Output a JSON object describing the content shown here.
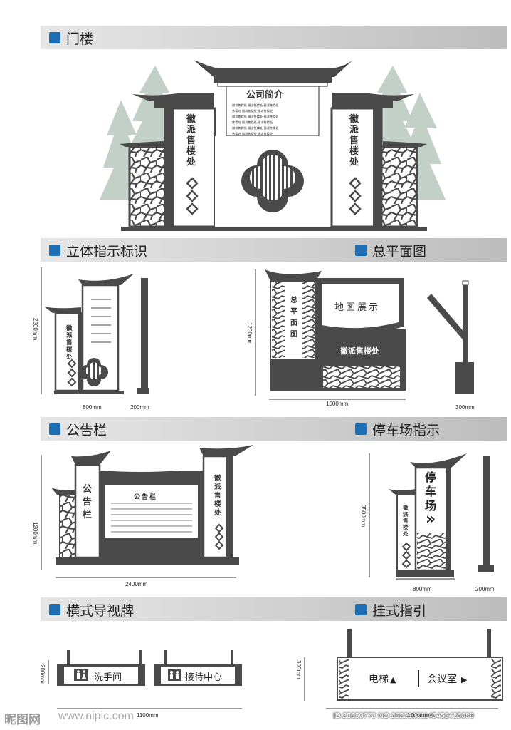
{
  "sections": {
    "gate": {
      "title": "门楼"
    },
    "stereo_sign": {
      "title": "立体指示标识"
    },
    "master_plan": {
      "title": "总平面图"
    },
    "bulletin": {
      "title": "公告栏"
    },
    "parking": {
      "title": "停车场指示"
    },
    "horizontal_guide": {
      "title": "横式导视牌"
    },
    "hanging_guide": {
      "title": "挂式指引"
    }
  },
  "gate": {
    "intro_title": "公司简介",
    "left_panel": "徽派售楼处",
    "right_panel": "徽派售楼处",
    "intro_lines": [
      "徽派售楼处 徽派售楼处 徽派售楼处",
      "售楼处 徽派售楼处 徽派售楼处",
      "徽派售楼处 徽派售楼处 徽派售楼处",
      "售楼处 徽派售楼处 徽派售楼处",
      "徽派售楼处 徽派售楼处 徽派售楼处",
      "售楼处 徽派售楼处 徽派售楼处"
    ]
  },
  "stereo_sign": {
    "panel_text": "徽派售楼处",
    "height_label": "2300mm",
    "width_label": "800mm",
    "pole_width_label": "200mm"
  },
  "master_plan": {
    "side_text": "总平面图",
    "map_text": "地图展示",
    "base_text": "徽派售楼处",
    "height_label": "1200mm",
    "width_label": "1000mm",
    "post_width_label": "300mm"
  },
  "bulletin": {
    "side_text": "公告栏",
    "board_title": "公告栏",
    "right_text": "徽派售楼处",
    "height_label": "1200mm",
    "width_label": "2400mm"
  },
  "parking": {
    "main_text": "停车场",
    "arrow": "»",
    "side_text": "徽派售楼处",
    "height_label": "3500mm",
    "width_label": "800mm",
    "pole_width_label": "200mm"
  },
  "horizontal_guide": {
    "sign1": "洗手间",
    "sign2": "接待中心",
    "height_label": "200mm",
    "width_label": "1100mm"
  },
  "hanging_guide": {
    "left_text": "电梯",
    "left_arrow": "▲",
    "right_text": "会议室",
    "right_arrow": "▶",
    "height_label": "300mm",
    "width_label": "1500mm"
  },
  "watermark": {
    "logo": "昵图网",
    "url": "www.nipic.com",
    "id": "ID:25050772 NO:20221031145452425089"
  },
  "colors": {
    "accent": "#1f6eb4",
    "dark": "#4a4a4a",
    "band": "#cfcfcf",
    "tree": "#b9c8bf"
  }
}
